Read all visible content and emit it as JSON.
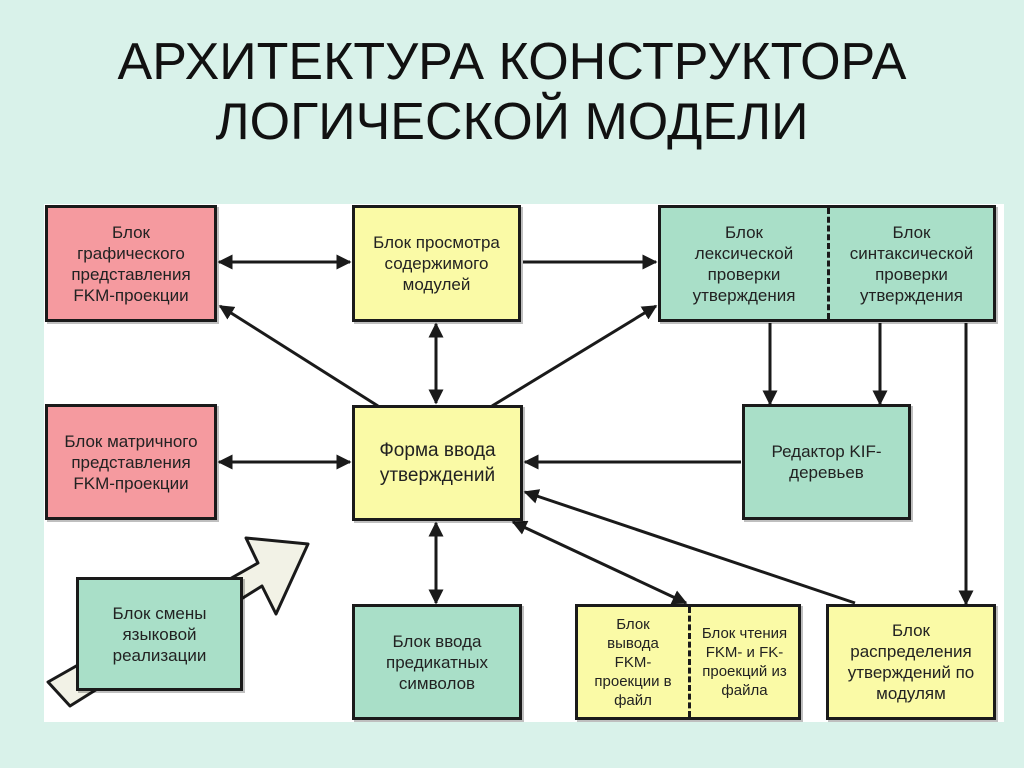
{
  "title": {
    "line1": "АРХИТЕКТУРА КОНСТРУКТОРА",
    "line2": "ЛОГИЧЕСКОЙ МОДЕЛИ"
  },
  "blocks": {
    "graphic": "Блок\nграфического\nпредставления\nFKM-проекции",
    "viewer": "Блок просмотра\nсодержимого\nмодулей",
    "lexical": "Блок\nлексической\nпроверки\nутверждения",
    "syntax": "Блок\nсинтаксической\nпроверки\nутверждения",
    "matrix": "Блок матричного\nпредставления\nFKM-проекции",
    "form": "Форма ввода\nутверждений",
    "kif": "Редактор KIF-\nдеревьев",
    "lang": "Блок смены\nязыковой\nреализации",
    "predicates": "Блок ввода\nпредикатных\nсимволов",
    "output": "Блок\nвывода\nFKM-\nпроекции в\nфайл",
    "reader": "Блок чтения\nFKM- и FK-\nпроекций из\nфайла",
    "distribution": "Блок\nраспределения\nутверждений по\nмодулям"
  },
  "colors": {
    "background": "#d9f2ea",
    "pink": "#f59a9f",
    "yellow": "#fafaa6",
    "green": "#a9dfc8",
    "line": "#1a1a1a"
  }
}
